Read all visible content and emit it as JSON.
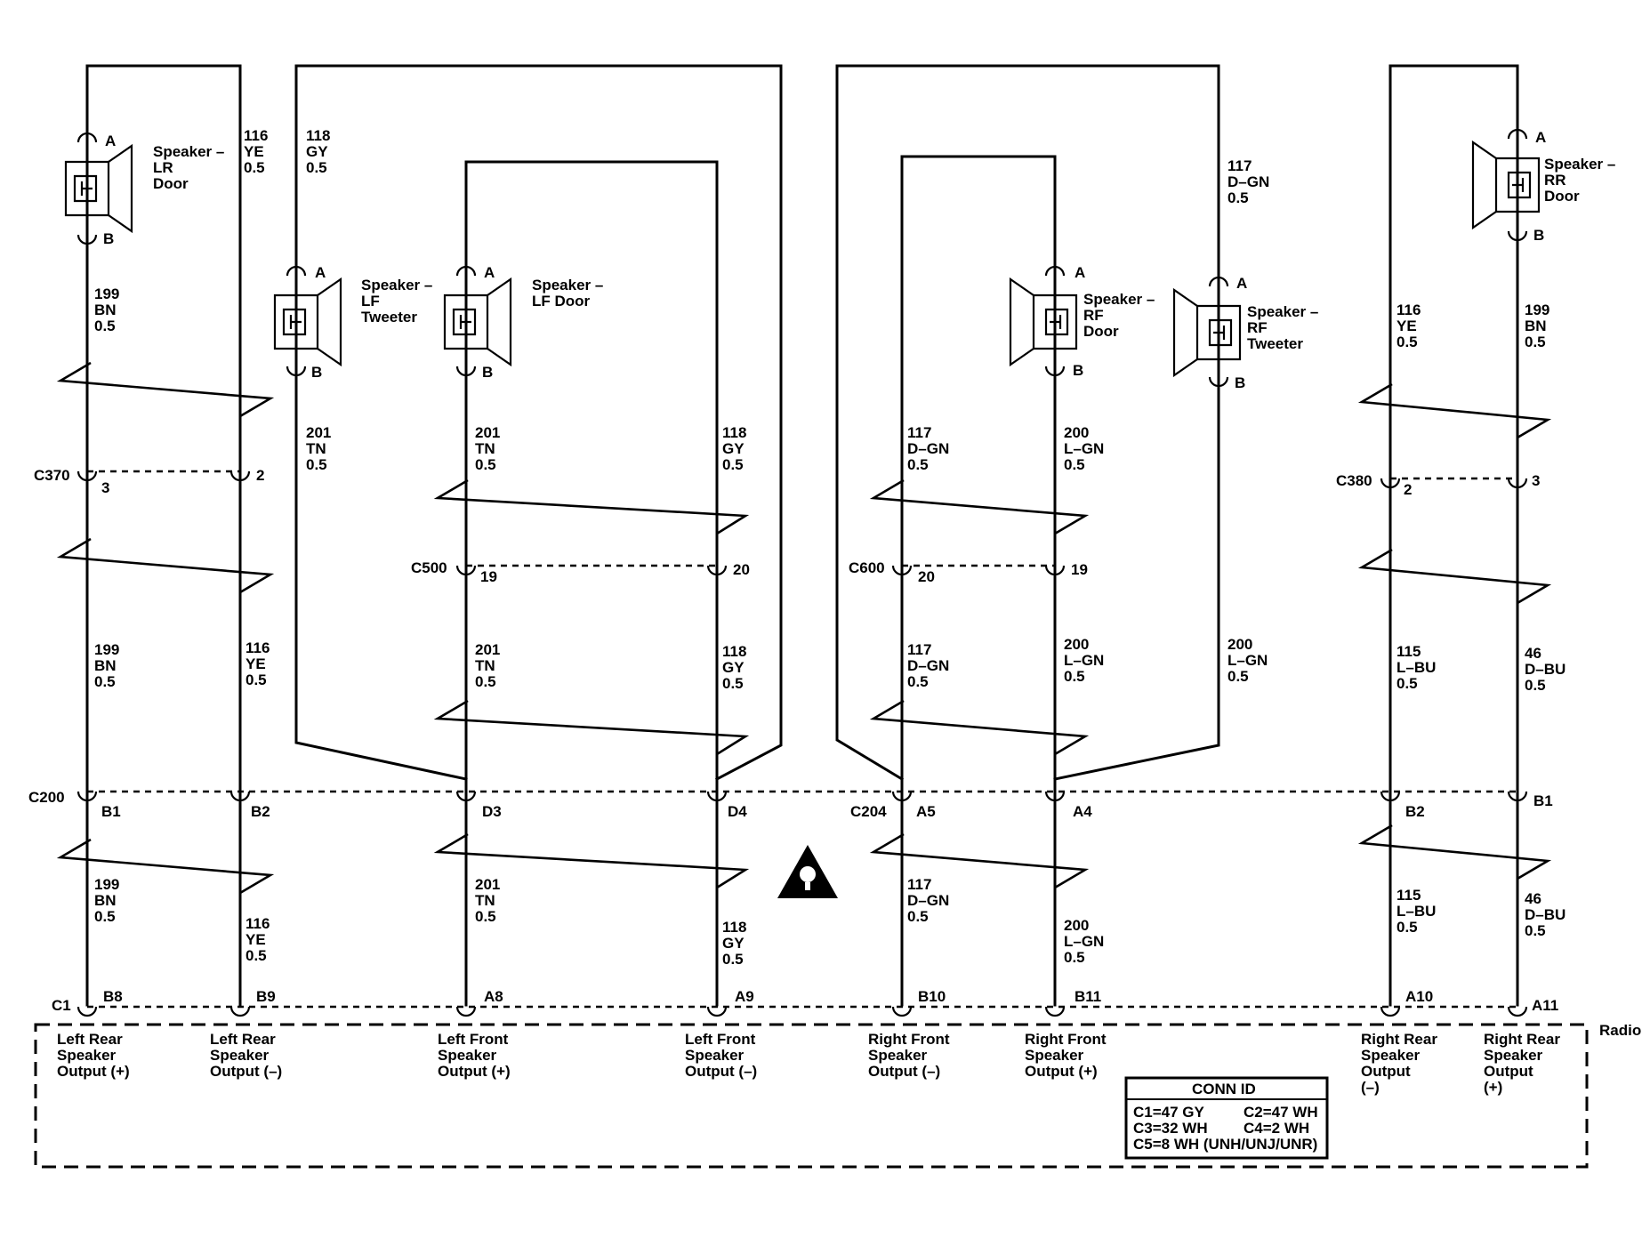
{
  "module": {
    "label": "Radio"
  },
  "warning_icon": "caution-warning-icon",
  "conn_id": {
    "title": "CONN ID",
    "rows": [
      "C1=47 GY",
      "C2=47 WH",
      "C3=32 WH",
      "C4=2 WH",
      "C5=8 WH (UNH/UNJ/UNR)"
    ]
  },
  "speakers": {
    "lr_door": {
      "name": "Speaker –",
      "sub1": "LR",
      "sub2": "Door",
      "pin_a": "A",
      "pin_b": "B"
    },
    "lf_tweeter": {
      "name": "Speaker –",
      "sub1": "LF",
      "sub2": "Tweeter",
      "pin_a": "A",
      "pin_b": "B"
    },
    "lf_door": {
      "name": "Speaker –",
      "sub1": "LF Door",
      "pin_a": "A",
      "pin_b": "B"
    },
    "rf_door": {
      "name": "Speaker –",
      "sub1": "RF",
      "sub2": "Door",
      "pin_a": "A",
      "pin_b": "B"
    },
    "rf_tweeter": {
      "name": "Speaker –",
      "sub1": "RF",
      "sub2": "Tweeter",
      "pin_a": "A",
      "pin_b": "B"
    },
    "rr_door": {
      "name": "Speaker –",
      "sub1": "RR",
      "sub2": "Door",
      "pin_a": "A",
      "pin_b": "B"
    }
  },
  "wires": {
    "w1": [
      "116",
      "YE",
      "0.5"
    ],
    "w2": [
      "118",
      "GY",
      "0.5"
    ],
    "w3": [
      "117",
      "D–GN",
      "0.5"
    ],
    "w4": [
      "199",
      "BN",
      "0.5"
    ],
    "w5": [
      "201",
      "TN",
      "0.5"
    ],
    "w6": [
      "201",
      "TN",
      "0.5"
    ],
    "w7": [
      "118",
      "GY",
      "0.5"
    ],
    "w8": [
      "117",
      "D–GN",
      "0.5"
    ],
    "w9": [
      "200",
      "L–GN",
      "0.5"
    ],
    "w10": [
      "116",
      "YE",
      "0.5"
    ],
    "w11": [
      "199",
      "BN",
      "0.5"
    ],
    "w12": [
      "199",
      "BN",
      "0.5"
    ],
    "w13": [
      "116",
      "YE",
      "0.5"
    ],
    "w14": [
      "201",
      "TN",
      "0.5"
    ],
    "w15": [
      "118",
      "GY",
      "0.5"
    ],
    "w16": [
      "117",
      "D–GN",
      "0.5"
    ],
    "w17": [
      "200",
      "L–GN",
      "0.5"
    ],
    "w18": [
      "200",
      "L–GN",
      "0.5"
    ],
    "w19": [
      "115",
      "L–BU",
      "0.5"
    ],
    "w20": [
      "46",
      "D–BU",
      "0.5"
    ],
    "w21": [
      "199",
      "BN",
      "0.5"
    ],
    "w22": [
      "116",
      "YE",
      "0.5"
    ],
    "w23": [
      "201",
      "TN",
      "0.5"
    ],
    "w24": [
      "118",
      "GY",
      "0.5"
    ],
    "w25": [
      "117",
      "D–GN",
      "0.5"
    ],
    "w26": [
      "200",
      "L–GN",
      "0.5"
    ],
    "w27": [
      "115",
      "L–BU",
      "0.5"
    ],
    "w28": [
      "46",
      "D–BU",
      "0.5"
    ]
  },
  "connectors": {
    "c370": {
      "name": "C370",
      "pins": [
        "3",
        "2"
      ]
    },
    "c380": {
      "name": "C380",
      "pins": [
        "2",
        "3"
      ]
    },
    "c500": {
      "name": "C500",
      "pins": [
        "19",
        "20"
      ]
    },
    "c600": {
      "name": "C600",
      "pins": [
        "20",
        "19"
      ]
    },
    "c200": {
      "name": "C200",
      "pins": [
        "B1",
        "B2",
        "D3",
        "D4"
      ]
    },
    "c204": {
      "name": "C204",
      "pins": [
        "A5",
        "A4",
        "B2",
        "B1"
      ]
    },
    "c1": {
      "name": "C1",
      "pins": [
        "B8",
        "B9",
        "A8",
        "A9",
        "B10",
        "B11",
        "A10",
        "A11"
      ]
    }
  },
  "outputs": [
    [
      "Left Rear",
      "Speaker",
      "Output (+)"
    ],
    [
      "Left Rear",
      "Speaker",
      "Output (–)"
    ],
    [
      "Left Front",
      "Speaker",
      "Output (+)"
    ],
    [
      "Left Front",
      "Speaker",
      "Output (–)"
    ],
    [
      "Right Front",
      "Speaker",
      "Output (–)"
    ],
    [
      "Right Front",
      "Speaker",
      "Output (+)"
    ],
    [
      "Right Rear",
      "Speaker",
      "Output",
      "(–)"
    ],
    [
      "Right Rear",
      "Speaker",
      "Output",
      "(+)"
    ]
  ]
}
